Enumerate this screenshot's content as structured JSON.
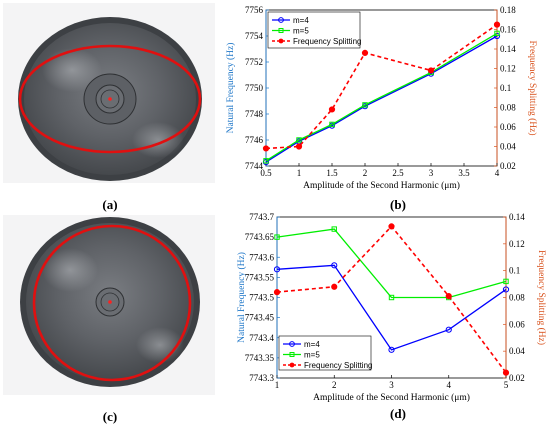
{
  "panel_labels": {
    "a": "(a)",
    "b": "(b)",
    "c": "(c)",
    "d": "(d)"
  },
  "colors": {
    "left_axis": "#1f77c8",
    "right_axis": "#d9531e",
    "m4": "#0000ff",
    "m5": "#00ee00",
    "splitting": "#ff0000",
    "resonator": "#55585c",
    "mode_outline": "#e01010"
  },
  "chart_data": [
    {
      "type": "line",
      "xlabel": "Amplitude of the Second Harmonic (μm)",
      "ylabel": "Natural Frequency (Hz)",
      "ylabel_right": "Frequency Splitting (Hz)",
      "xlim": [
        0.5,
        4
      ],
      "ylim": [
        7744,
        7756
      ],
      "ylim_right": [
        0.02,
        0.18
      ],
      "x_ticks": [
        "0.5",
        "1",
        "1.5",
        "2",
        "2.5",
        "3",
        "3.5",
        "4"
      ],
      "y_ticks": [
        "7744",
        "7746",
        "7748",
        "7750",
        "7752",
        "7754",
        "7756"
      ],
      "y_ticks_right": [
        "0.02",
        "0.04",
        "0.06",
        "0.08",
        "0.1",
        "0.12",
        "0.14",
        "0.16",
        "0.18"
      ],
      "legend_position": "top-left",
      "x": [
        0.5,
        1,
        1.5,
        2,
        3,
        4
      ],
      "series": [
        {
          "name": "m=4",
          "axis": "left",
          "values": [
            7744.3,
            7745.9,
            7747.1,
            7748.6,
            7751.1,
            7754.0
          ]
        },
        {
          "name": "m=5",
          "axis": "left",
          "values": [
            7744.4,
            7746.0,
            7747.2,
            7748.7,
            7751.2,
            7754.2
          ]
        },
        {
          "name": "Frequency Splitting",
          "axis": "right",
          "values": [
            0.038,
            0.04,
            0.078,
            0.136,
            0.118,
            0.165
          ]
        }
      ]
    },
    {
      "type": "line",
      "xlabel": "Amplitude of the Second Harmonic (μm)",
      "ylabel": "Natural Frequency (Hz)",
      "ylabel_right": "Frequency Splitting (Hz)",
      "xlim": [
        1,
        5
      ],
      "ylim": [
        7743.3,
        7743.7
      ],
      "ylim_right": [
        0.02,
        0.14
      ],
      "x_ticks": [
        "1",
        "2",
        "3",
        "4",
        "5"
      ],
      "y_ticks": [
        "7743.3",
        "7743.35",
        "7743.4",
        "7743.45",
        "7743.5",
        "7743.55",
        "7743.6",
        "7743.65",
        "7743.7"
      ],
      "y_ticks_right": [
        "0.02",
        "0.04",
        "0.06",
        "0.08",
        "0.1",
        "0.12",
        "0.14"
      ],
      "legend_position": "bottom-left",
      "x": [
        1,
        2,
        3,
        4,
        5
      ],
      "series": [
        {
          "name": "m=4",
          "axis": "left",
          "values": [
            7743.57,
            7743.58,
            7743.37,
            7743.42,
            7743.52
          ]
        },
        {
          "name": "m=5",
          "axis": "left",
          "values": [
            7743.65,
            7743.67,
            7743.5,
            7743.5,
            7743.54
          ]
        },
        {
          "name": "Frequency Splitting",
          "axis": "right",
          "values": [
            0.084,
            0.088,
            0.133,
            0.081,
            0.024
          ]
        }
      ]
    }
  ]
}
